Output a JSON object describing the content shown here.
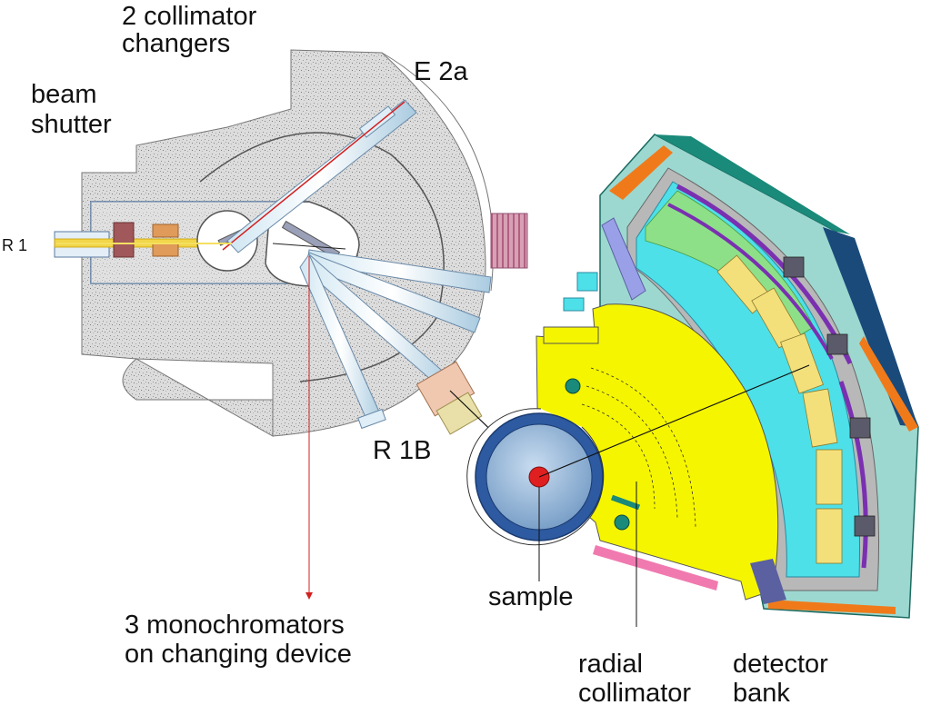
{
  "labels": {
    "collimator_line1": "2 collimator",
    "collimator_line2": "changers",
    "beam_line1": "beam",
    "beam_line2": "shutter",
    "port_r1": "R 1",
    "port_e2a": "E 2a",
    "port_r1b": "R 1B",
    "mono_line1": "3 monochromators",
    "mono_line2": "on changing device",
    "sample": "sample",
    "radial_line1": "radial",
    "radial_line2": "collimator",
    "detector_line1": "detector",
    "detector_line2": "bank"
  },
  "colors": {
    "shielding": "#d9d9d9",
    "detector_fill": "#f5f500",
    "beam": "#e0b800",
    "red_line": "#d22020",
    "sample_blue": "#2d5aa0",
    "channel": "#b8d8ea",
    "teal": "#1a8a7a",
    "orange": "#f07a1a"
  },
  "icons": [
    "shutter-block",
    "monochromator-drum",
    "sample-disc"
  ]
}
